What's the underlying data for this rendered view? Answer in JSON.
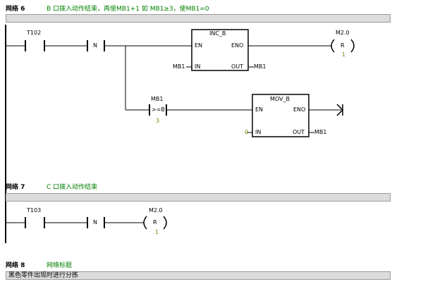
{
  "network6": {
    "title": "网络 6",
    "description": "B 口拨入动作结束，再使MB1+1 如 MB1≥3，使MB1=0",
    "contact_t102": "T102",
    "contact_n": "N",
    "inc_block": {
      "title": "INC_B",
      "en": "EN",
      "eno": "ENO",
      "in": "IN",
      "out": "OUT",
      "in_operand": "MB1",
      "out_operand": "MB1"
    },
    "coil_m20": {
      "address": "M2.0",
      "type": "R",
      "count": "1"
    },
    "compare": {
      "address": "MB1",
      "op": ">=B",
      "value": "3"
    },
    "mov_block": {
      "title": "MOV_B",
      "en": "EN",
      "eno": "ENO",
      "in": "IN",
      "out": "OUT",
      "in_operand": "0",
      "out_operand": "MB1"
    }
  },
  "network7": {
    "title": "网络 7",
    "description": "C 口拨入动作结束",
    "contact_t103": "T103",
    "contact_n": "N",
    "coil_m20": {
      "address": "M2.0",
      "type": "R",
      "count": "1"
    }
  },
  "network8": {
    "title": "网络 8",
    "description": "网络标题",
    "comment": "黑色零件出现时进行分拣"
  }
}
